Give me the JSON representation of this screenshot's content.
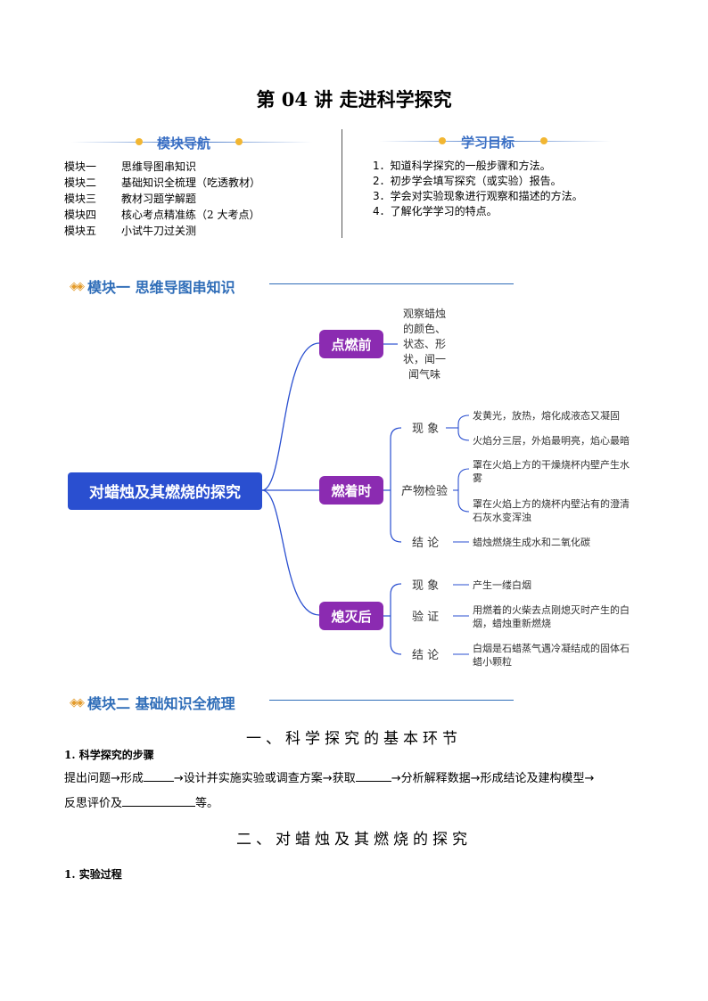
{
  "title": "第 04 讲  走进科学探究",
  "nav": {
    "heading": "模块导航",
    "items": [
      {
        "key": "模块一",
        "text": "思维导图串知识"
      },
      {
        "key": "模块二",
        "text": "基础知识全梳理（吃透教材）"
      },
      {
        "key": "模块三",
        "text": "教材习题学解题"
      },
      {
        "key": "模块四",
        "text": "核心考点精准练（2 大考点）"
      },
      {
        "key": "模块五",
        "text": "小试牛刀过关测"
      }
    ]
  },
  "goals": {
    "heading": "学习目标",
    "items": [
      "1．知道科学探究的一般步骤和方法。",
      "2．初步学会填写探究（或实验）报告。",
      "3．学会对实验现象进行观察和描述的方法。",
      "4．了解化学学习的特点。"
    ]
  },
  "module1": {
    "heading": "模块一  思维导图串知识"
  },
  "mindmap": {
    "root": "对蜡烛及其燃烧的探究",
    "before": {
      "label": "点燃前",
      "text": [
        "观察蜡烛",
        "的颜色、",
        "状态、形",
        "状，闻一",
        "闻气味"
      ]
    },
    "burning": {
      "label": "燃着时",
      "phenomenon": "现 象",
      "phenomenon_items": [
        "发黄光，放热，熔化成液态又凝固",
        "火焰分三层，外焰最明亮，焰心最暗"
      ],
      "test": "产物检验",
      "test_items": [
        [
          "罩在火焰上方的干燥烧杯内壁产生水",
          "雾"
        ],
        [
          "罩在火焰上方的烧杯内壁沾有的澄清",
          "石灰水变浑浊"
        ]
      ],
      "conclusion": "结 论",
      "conclusion_item": "蜡烛燃烧生成水和二氧化碳"
    },
    "after": {
      "label": "熄灭后",
      "phenomenon": "现 象",
      "phenomenon_item": "产生一缕白烟",
      "verify": "验 证",
      "verify_item": [
        "用燃着的火柴去点刚熄灭时产生的白",
        "烟，蜡烛重新燃烧"
      ],
      "conclusion": "结 论",
      "conclusion_item": [
        "白烟是石蜡蒸气遇冷凝结成的固体石",
        "蜡小颗粒"
      ]
    }
  },
  "module2": {
    "heading": "模块二  基础知识全梳理"
  },
  "section1": {
    "title": "一、科学探究的基本环节",
    "sub": "1. 科学探究的步骤",
    "p1": "提出问题→形成",
    "p2": "→设计并实施实验或调查方案→获取",
    "p3": "→分析解释数据→形成结论及建构模型→",
    "p4": "反思评价及",
    "p5": "等。"
  },
  "section2": {
    "title": "二、对蜡烛及其燃烧的探究",
    "sub": "1. 实验过程"
  },
  "colors": {
    "root": "#2a4fd0",
    "branch": "#8b2bb1",
    "accent": "#2f6db8",
    "dot": "#f2b632"
  }
}
